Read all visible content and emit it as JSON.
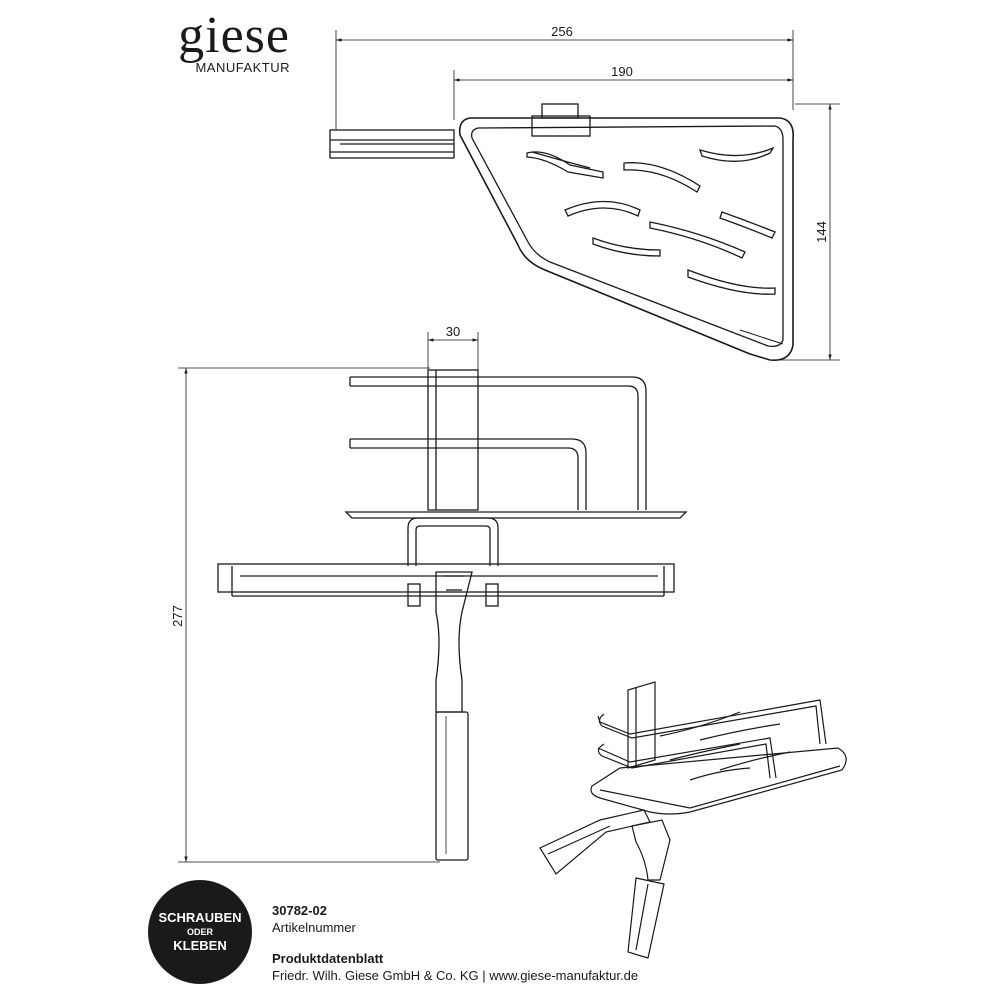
{
  "brand": {
    "name": "giese",
    "subtitle": "MANUFAKTUR"
  },
  "dimensions": {
    "top_width_total": "256",
    "top_width_basket": "190",
    "top_depth": "144",
    "front_post_width": "30",
    "front_height": "277"
  },
  "badge": {
    "line1": "SCHRAUBEN",
    "line2": "ODER",
    "line3": "KLEBEN"
  },
  "product": {
    "article_number": "30782-02",
    "article_label": "Artikelnummer",
    "sheet_title": "Produktdatenblatt",
    "company_line": "Friedr. Wilh. Giese GmbH & Co. KG | www.giese-manufaktur.de"
  },
  "colors": {
    "ink": "#1a1a1a",
    "background": "#ffffff"
  }
}
